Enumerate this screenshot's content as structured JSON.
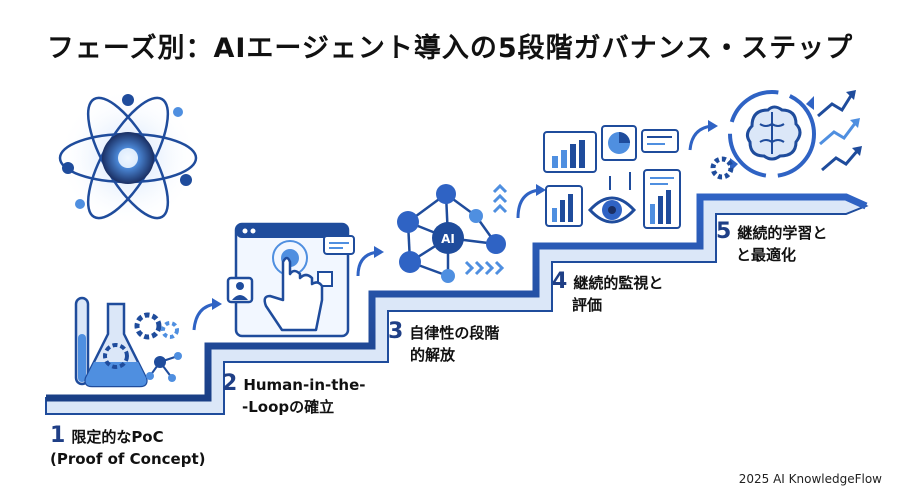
{
  "title": "フェーズ別：AIエージェント導入の5段階ガバナンス・ステップ",
  "colors": {
    "primary": "#1f4c9c",
    "accent": "#4f8fe0",
    "light": "#dbe7f8",
    "dark": "#1a2f63"
  },
  "steps": [
    {
      "number": "1",
      "line1": "限定的なPoC",
      "line2": "(Proof of Concept)",
      "icon": "lab-flask-gear-icon"
    },
    {
      "number": "2",
      "line1": "Human-in-the-",
      "line2": "-Loopの確立",
      "icon": "hand-touch-screen-icon"
    },
    {
      "number": "3",
      "line1": "自律性の段階",
      "line2": "的解放",
      "icon": "ai-network-icon",
      "badge": "AI"
    },
    {
      "number": "4",
      "line1": "継続的監視と",
      "line2": "評価",
      "icon": "monitoring-eye-icon"
    },
    {
      "number": "5",
      "line1": "継続的学習と",
      "line2": "と最適化",
      "icon": "brain-cycle-icon"
    }
  ],
  "hero_icon": "atom-core-icon",
  "footer": "2025 AI KnowledgeFlow"
}
